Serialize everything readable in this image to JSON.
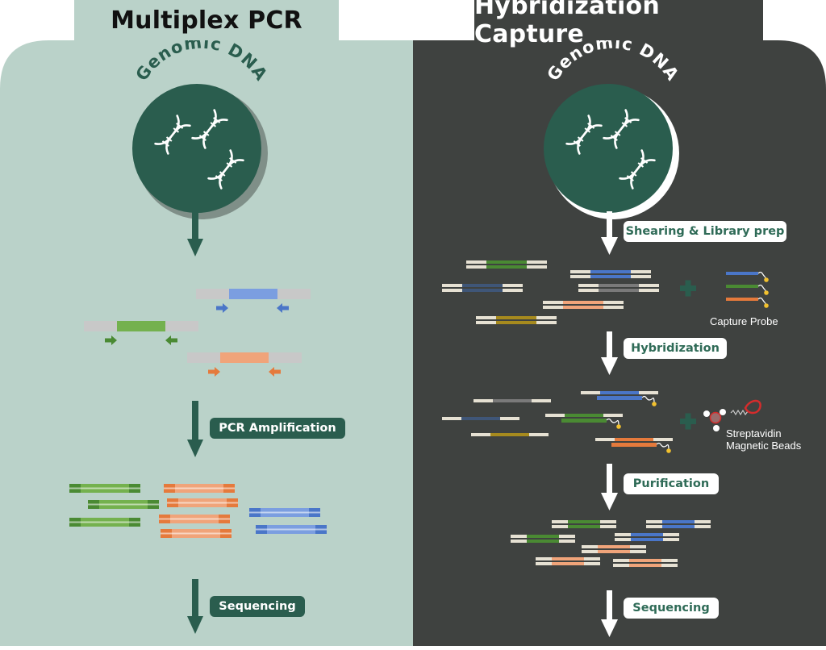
{
  "left_panel": {
    "title": "Multiplex PCR",
    "circle_label": "Genomic DNA",
    "steps": [
      "PCR Amplification",
      "Sequencing"
    ]
  },
  "right_panel": {
    "title": "Hybridization Capture",
    "circle_label": "Genomic DNA",
    "steps": [
      "Shearing & Library prep",
      "Hybridization",
      "Purification",
      "Sequencing"
    ],
    "probe_label": "Capture Probe",
    "beads_label": [
      "Streptavidin",
      "Magnetic Beads"
    ]
  },
  "colors": {
    "left_bg": "#bad2c9",
    "right_bg": "#3f4240",
    "dark_green": "#2a5d4e",
    "blue": "#4a76c8",
    "blue_light": "#7b9ee0",
    "green": "#4a8a33",
    "green_light": "#74b14e",
    "orange": "#e57a3c",
    "orange_light": "#f0a47a",
    "gray": "#c8c8c8",
    "cream": "#e6e1d3",
    "gold": "#a68a1e",
    "navy": "#3f5678",
    "yellow": "#f2c12e",
    "red": "#d42c2c"
  }
}
